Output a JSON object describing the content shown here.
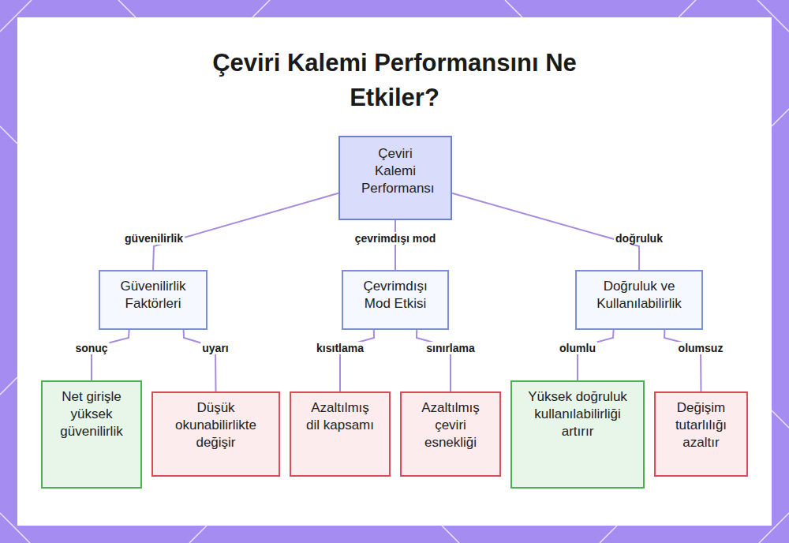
{
  "diagram": {
    "title": "Çeviri Kalemi Performansını Ne Etkiler?",
    "nodes": [
      {
        "text": [
          "Çeviri Kalemi Performansı"
        ]
      },
      {
        "text": [
          "Güvenilirlik Faktörleri"
        ]
      },
      {
        "text": [
          "Çevrimdışı Mod Etkisi"
        ]
      },
      {
        "text": [
          "Doğruluk ve Kullanılabilirlik"
        ]
      },
      {
        "text": [
          "Net girişle yüksek güvenilirlik"
        ]
      },
      {
        "text": [
          "Düşük okunabilirlikte değişir"
        ]
      },
      {
        "text": [
          "Azaltılmış dil kapsamı"
        ]
      },
      {
        "text": [
          "Azaltılmış çeviri esnekliği"
        ]
      },
      {
        "text": [
          "Yüksek doğruluk kullanılabilirliği artırır"
        ]
      },
      {
        "text": [
          "Değişim tutarlılığı azaltır"
        ]
      }
    ],
    "edges": [
      {
        "from": 0,
        "to": 1,
        "arrow": "none",
        "label": "güvenilirlik"
      },
      {
        "from": 0,
        "to": 2,
        "arrow": "none",
        "label": "çevrimdışı mod"
      },
      {
        "from": 0,
        "to": 3,
        "arrow": "none",
        "label": "doğruluk"
      },
      {
        "from": 1,
        "to": 4,
        "arrow": "none",
        "label": "sonuç"
      },
      {
        "from": 1,
        "to": 5,
        "arrow": "none",
        "label": "uyarı"
      },
      {
        "from": 2,
        "to": 6,
        "arrow": "none",
        "label": "kısıtlama"
      },
      {
        "from": 2,
        "to": 7,
        "arrow": "none",
        "label": "sınırlama"
      },
      {
        "from": 3,
        "to": 8,
        "arrow": "none",
        "label": "olumlu"
      },
      {
        "from": 3,
        "to": 9,
        "arrow": "none",
        "label": "olumsuz"
      }
    ]
  }
}
